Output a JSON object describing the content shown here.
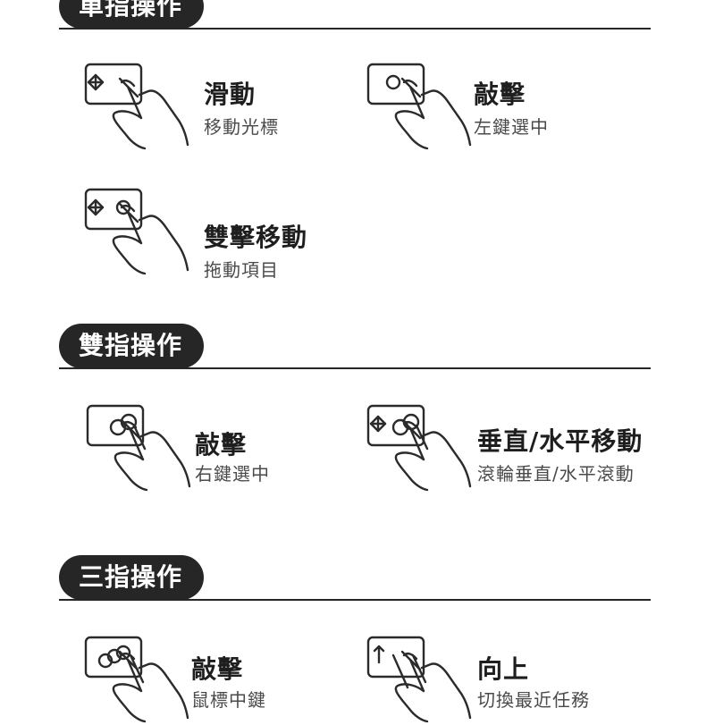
{
  "sections": {
    "single": {
      "label": "單指操作",
      "gestures": [
        {
          "title": "滑動",
          "desc": "移動光標",
          "icon": "single-finger-slide-icon"
        },
        {
          "title": "敲擊",
          "desc": "左鍵選中",
          "icon": "single-finger-tap-icon"
        },
        {
          "title": "雙擊移動",
          "desc": "拖動項目",
          "icon": "double-tap-drag-icon"
        }
      ]
    },
    "two": {
      "label": "雙指操作",
      "gestures": [
        {
          "title": "敲擊",
          "desc": "右鍵選中",
          "icon": "two-finger-tap-icon"
        },
        {
          "title": "垂直/水平移動",
          "desc": "滾輪垂直/水平滾動",
          "icon": "two-finger-scroll-icon"
        }
      ]
    },
    "three": {
      "label": "三指操作",
      "gestures": [
        {
          "title": "敲擊",
          "desc": "鼠標中鍵",
          "icon": "three-finger-tap-icon"
        },
        {
          "title": "向上",
          "desc": "切換最近任務",
          "icon": "three-finger-swipe-up-icon"
        }
      ]
    }
  },
  "colors": {
    "text": "#2b2b2b",
    "pill_background": "#262626",
    "pill_text": "#ffffff",
    "page_background": "#ffffff"
  }
}
